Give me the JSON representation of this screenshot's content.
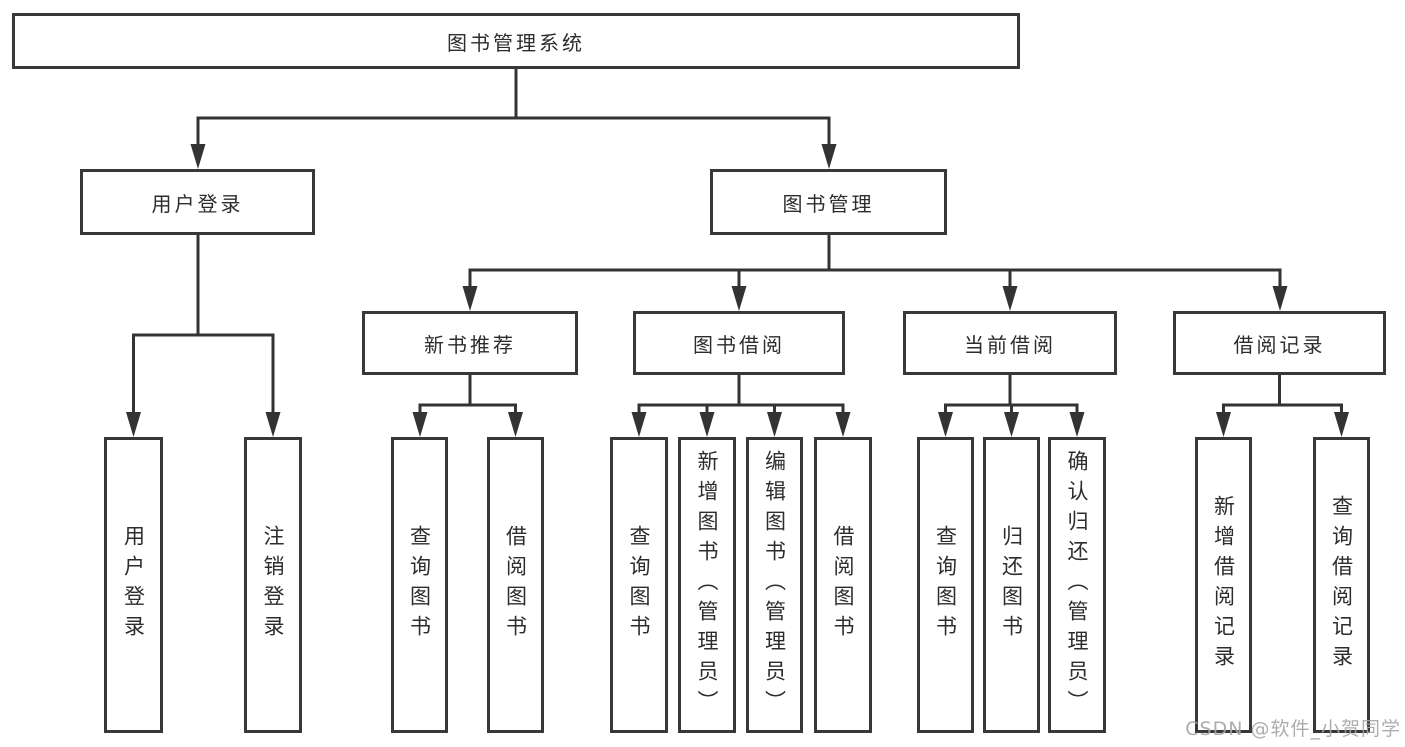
{
  "nodes": {
    "root": "图书管理系统",
    "user_login": {
      "label": "用户登录",
      "children": [
        "用户登录",
        "注销登录"
      ]
    },
    "book_mgmt": {
      "label": "图书管理",
      "children": [
        {
          "label": "新书推荐",
          "children": [
            "查询图书",
            "借阅图书"
          ]
        },
        {
          "label": "图书借阅",
          "children": [
            "查询图书",
            "新增图书（管理员）",
            "编辑图书（管理员）",
            "借阅图书"
          ]
        },
        {
          "label": "当前借阅",
          "children": [
            "查询图书",
            "归还图书",
            "确认归还（管理员）"
          ]
        },
        {
          "label": "借阅记录",
          "children": [
            "新增借阅记录",
            "查询借阅记录"
          ]
        }
      ]
    }
  },
  "watermark": "CSDN @软件_小贺同学",
  "colors": {
    "box_border": "#383838",
    "connector": "#333333",
    "text": "#2d2d2d",
    "watermark_text": "#a6a6a6",
    "background": "#ffffff"
  }
}
